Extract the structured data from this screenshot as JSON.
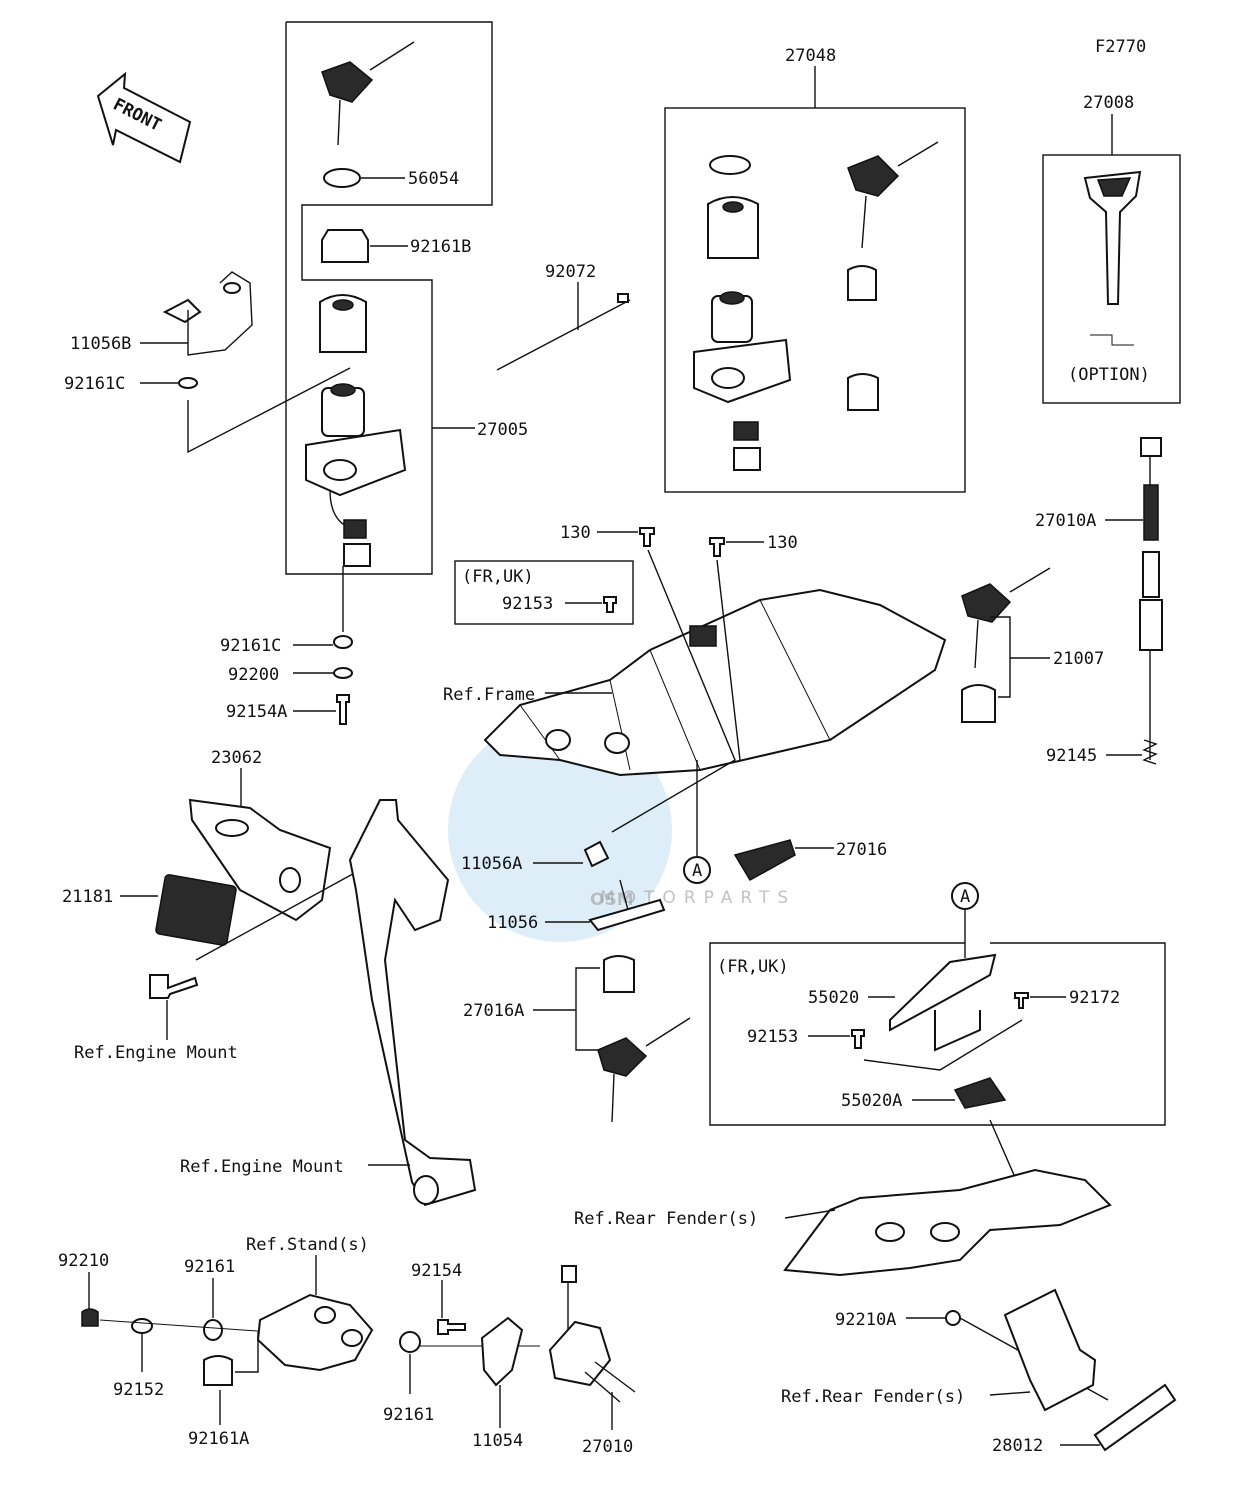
{
  "figure_code": "F2770",
  "front_arrow_text": "FRONT",
  "watermark": {
    "main": "OSM",
    "sub": "MOTORPARTS",
    "color": "#4aa3e0"
  },
  "callout_letter": "A",
  "notes": {
    "option": "(OPTION)",
    "fr_uk": "(FR,UK)"
  },
  "parts": {
    "p27048": "27048",
    "p27008": "27008",
    "p56054": "56054",
    "p92161B": "92161B",
    "p92072": "92072",
    "p11056B": "11056B",
    "p92161C_a": "92161C",
    "p27005": "27005",
    "p92161C_b": "92161C",
    "p92200": "92200",
    "p92154A": "92154A",
    "p130_a": "130",
    "p130_b": "130",
    "p92153_a": "92153",
    "p27010A": "27010A",
    "p21007": "21007",
    "p92145": "92145",
    "p23062": "23062",
    "p21181": "21181",
    "p11056A": "11056A",
    "p27016": "27016",
    "p11056": "11056",
    "p27016A": "27016A",
    "p55020": "55020",
    "p92172": "92172",
    "p92153_b": "92153",
    "p55020A": "55020A",
    "p92210": "92210",
    "p92161_a": "92161",
    "p92152": "92152",
    "p92161A": "92161A",
    "p92154": "92154",
    "p92161_b": "92161",
    "p11054": "11054",
    "p27010": "27010",
    "p92210A": "92210A",
    "p28012": "28012"
  },
  "refs": {
    "frame": "Ref.Frame",
    "engine_mount_a": "Ref.Engine Mount",
    "engine_mount_b": "Ref.Engine Mount",
    "stand": "Ref.Stand(s)",
    "rear_fender_a": "Ref.Rear Fender(s)",
    "rear_fender_b": "Ref.Rear Fender(s)"
  }
}
